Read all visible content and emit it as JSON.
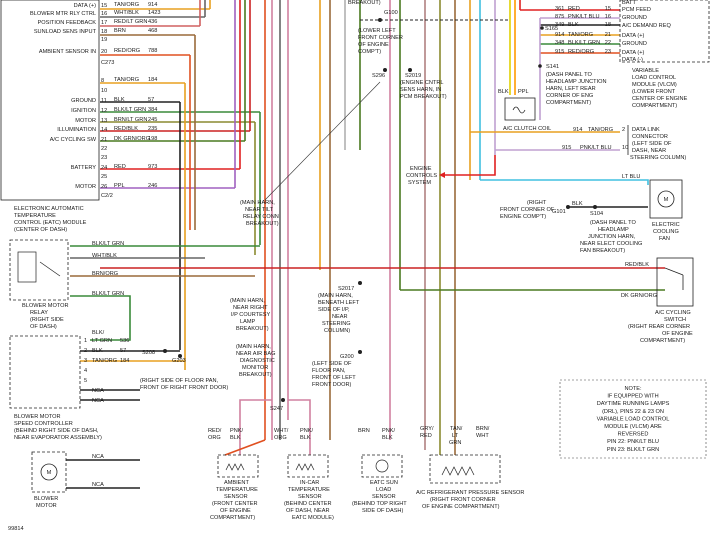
{
  "eatc": {
    "pins": [
      {
        "n": "15",
        "label": "DATA (+)",
        "wire": "TAN/ORG",
        "circuit": "914"
      },
      {
        "n": "16",
        "label": "BLOWER MTR RLY CTRL",
        "wire": "WHT/BLK",
        "circuit": "1423"
      },
      {
        "n": "17",
        "label": "POSITION FEEDBACK",
        "wire": "RED/LT GRN",
        "circuit": "436"
      },
      {
        "n": "18",
        "label": "SUNLOAD SENS INPUT",
        "wire": "BRN",
        "circuit": "468"
      },
      {
        "n": "19",
        "label": "",
        "wire": "",
        "circuit": ""
      },
      {
        "n": "20",
        "label": "AMBIENT SENSOR IN",
        "wire": "RED/ORG",
        "circuit": "788"
      },
      {
        "n": "C273",
        "label": "",
        "wire": "",
        "circuit": ""
      },
      {
        "n": "8",
        "label": "",
        "wire": "TAN/ORG",
        "circuit": "184"
      },
      {
        "n": "10",
        "label": "",
        "wire": "",
        "circuit": ""
      },
      {
        "n": "11",
        "label": "GROUND",
        "wire": "BLK",
        "circuit": "57"
      },
      {
        "n": "12",
        "label": "IGNITION",
        "wire": "BLK/LT GRN",
        "circuit": "384"
      },
      {
        "n": "13",
        "label": "MOTOR",
        "wire": "BRN/LT GRN",
        "circuit": "245"
      },
      {
        "n": "14",
        "label": "ILLUMINATION",
        "wire": "RED/BLK",
        "circuit": "235"
      },
      {
        "n": "21",
        "label": "A/C CYCLING SW",
        "wire": "DK GRN/ORG",
        "circuit": "198"
      },
      {
        "n": "22",
        "label": "",
        "wire": "",
        "circuit": ""
      },
      {
        "n": "23",
        "label": "",
        "wire": "",
        "circuit": ""
      },
      {
        "n": "24",
        "label": "BATTERY",
        "wire": "RED",
        "circuit": "973"
      },
      {
        "n": "25",
        "label": "",
        "wire": "",
        "circuit": ""
      },
      {
        "n": "26",
        "label": "MOTOR",
        "wire": "PPL",
        "circuit": "246"
      },
      {
        "n": "C2/2",
        "label": "",
        "wire": "",
        "circuit": ""
      }
    ],
    "caption": [
      "ELECTRONIC AUTOMATIC",
      "TEMPERATURE",
      "CONTROL (EATC) MODULE",
      "(CENTER OF DASH)"
    ]
  },
  "vlcm": {
    "pins": [
      {
        "n": "",
        "label": "BATT",
        "wire": "",
        "circuit": ""
      },
      {
        "n": "15",
        "label": "PCM FEED",
        "wire": "RED",
        "circuit": "361"
      },
      {
        "n": "16",
        "label": "GROUND",
        "wire": "PNK/LT BLU",
        "circuit": "875"
      },
      {
        "n": "18",
        "label": "A/C DEMAND REQ",
        "wire": "BLK",
        "circuit": "349"
      },
      {
        "n": "21",
        "label": "DATA (+)",
        "wire": "TAN/ORG",
        "circuit": "914"
      },
      {
        "n": "22",
        "label": "GROUND",
        "wire": "BLK/LT GRN",
        "circuit": "348"
      },
      {
        "n": "23",
        "label": "DATA (+)",
        "wire": "RED/ORG",
        "circuit": "915"
      },
      {
        "n": "",
        "label": "DATA (-)",
        "wire": "",
        "circuit": ""
      }
    ],
    "caption": [
      "VARIABLE",
      "LOAD CONTROL",
      "MODULE (VLCM)",
      "(LOWER FRONT",
      "CENTER OF ENGINE",
      "COMPARTMENT)"
    ]
  },
  "splices": {
    "g100": "G100",
    "g100_text": [
      "(LOWER LEFT",
      "FRONT CORNER",
      "OF ENGINE",
      "COMP'T)"
    ],
    "s165": "S165",
    "s141": "S141",
    "s141_text": [
      "(DASH PANEL TO",
      "HEADLAMP JUNCTION",
      "HARN, LEFT REAR",
      "CORNER OF ENG",
      "COMPARTMENT)"
    ],
    "s296": "S296",
    "s2019": "S2019",
    "s2019_text": [
      "(ENGINE CNTRL",
      "SENS HARN, IN",
      "PCM BREAKOUT)"
    ],
    "s247": "S247",
    "s2017": "S2017",
    "s2017_text": [
      "(MAIN HARN,",
      "BENEATH LEFT",
      "SIDE OF I/P,",
      "NEAR",
      "STEERING",
      "COLUMN)"
    ],
    "g200": "G200",
    "g200_text": [
      "(LEFT SIDE OF",
      "FLOOR PAN,",
      "FRONT OF LEFT",
      "FRONT DOOR)"
    ],
    "s208": "S208",
    "g203": "G203",
    "g203_text": [
      "(RIGHT SIDE OF FLOOR PAN,",
      "FRONT OF RIGHT FRONT DOOR)"
    ],
    "g101": "G101",
    "g101_text": [
      "(RIGHT",
      "FRONT CORNER OF",
      "ENGINE COMP'T)"
    ],
    "s104": "S104",
    "s104_text": [
      "(DASH PANEL TO",
      "HEADLAMP",
      "JUNCTION HARN,",
      "NEAR ELECT COOLING",
      "FAN BREAKOUT)"
    ],
    "breakout_top": "BREAKOUT)"
  },
  "callouts": {
    "main_tilt": [
      "(MAIN HARN,",
      "NEAR TILT",
      "RELAY CONN",
      "BREAKOUT)"
    ],
    "main_courtesy": [
      "(MAIN HARN,",
      "NEAR RIGHT",
      "I/P COURTESY",
      "LAMP",
      "BREAKOUT)"
    ],
    "main_airbag": [
      "(MAIN HARN,",
      "NEAR AIR BAG",
      "DIAGNOSTIC",
      "MONITOR",
      "BREAKOUT)"
    ],
    "engine_controls": [
      "ENGINE",
      "CONTROLS",
      "SYSTEM"
    ]
  },
  "clutch": {
    "wires": [
      "BLK",
      "PPL"
    ],
    "label": "A/C CLUTCH COIL"
  },
  "dlc": {
    "row1": {
      "circuit": "914",
      "wire": "TAN/ORG",
      "pin": "2"
    },
    "row2": {
      "circuit": "915",
      "wire": "PNK/LT BLU",
      "pin": "10"
    },
    "caption": [
      "DATA LINK",
      "CONNECTOR",
      "(LEFT SIDE OF",
      "DASH, NEAR",
      "STEERING COLUMN)"
    ]
  },
  "fan": {
    "wire_top": "LT BLU",
    "wire_mid": "BLK",
    "caption": [
      "ELECTRIC",
      "COOLING",
      "FAN"
    ]
  },
  "cycling": {
    "wire_top": "RED/BLK",
    "wire_bot": "DK GRN/ORG",
    "caption": [
      "A/C CYCLING",
      "SWITCH",
      "(RIGHT REAR CORNER",
      "OF ENGINE",
      "COMPARTMENT)"
    ]
  },
  "relay": {
    "wires": [
      "BLK/LT GRN",
      "WHT/BLK",
      "BRN/ORG",
      "BLK/LT GRN"
    ],
    "caption": [
      "BLOWER MOTOR",
      "RELAY",
      "(RIGHT SIDE",
      "OF DASH)"
    ]
  },
  "speed": {
    "pins": [
      {
        "n": "",
        "wire": "BLK/",
        "circuit": ""
      },
      {
        "n": "1",
        "wire": "LT GRN",
        "circuit": "536"
      },
      {
        "n": "2",
        "wire": "BLK",
        "circuit": "57"
      },
      {
        "n": "3",
        "wire": "TAN/ORG",
        "circuit": "184"
      },
      {
        "n": "4",
        "wire": "",
        "circuit": ""
      },
      {
        "n": "5",
        "wire": "",
        "circuit": ""
      }
    ],
    "nca": [
      "NCA",
      "NCA"
    ],
    "caption": [
      "BLOWER MOTOR",
      "SPEED CONTROLLER",
      "(BEHIND RIGHT SIDE OF DASH,",
      "NEAR EVAPORATOR ASSEMBLY)"
    ]
  },
  "motor": {
    "nca": [
      "NCA",
      "NCA"
    ],
    "caption": [
      "BLOWER",
      "MOTOR"
    ]
  },
  "sensors": [
    {
      "wires": [
        "RED/",
        "ORG"
      ],
      "wires2": [
        "PNK/",
        "BLK"
      ],
      "caption": [
        "AMBIENT",
        "TEMPERATURE",
        "SENSOR",
        "(FRONT CENTER",
        "OF ENGINE",
        "COMPARTMENT)"
      ]
    },
    {
      "wires": [
        "WHT/",
        "ORG"
      ],
      "wires2": [
        "PNK/",
        "BLK"
      ],
      "caption": [
        "IN-CAR",
        "TEMPERATURE",
        "SENSOR",
        "(BEHIND CENTER",
        "OF DASH, NEAR",
        "EATC MODULE)"
      ]
    },
    {
      "wires": [
        "BRN"
      ],
      "wires2": [
        "PNK/",
        "BLK"
      ],
      "caption": [
        "EATC SUN",
        "LOAD",
        "SENSOR",
        "(BEHIND TOP RIGHT",
        "SIDE OF DASH)"
      ]
    },
    {
      "wires": [
        "GRY/",
        "RED"
      ],
      "wires2": [
        "TAN/",
        "LT",
        "GRN"
      ],
      "wires3": [
        "BRN/",
        "WHT"
      ],
      "caption": [
        "A/C REFRIGERANT PRESSURE SENSOR",
        "(RIGHT FRONT CORNER",
        "OF ENGINE COMPARTMENT)"
      ]
    }
  ],
  "note": [
    "NOTE:",
    "IF EQUIPPED WITH",
    "DAYTIME RUNNING LAMPS",
    "(DRL), PINS 22 & 23 ON",
    "VARIABLE LOAD CONTROL",
    "MODULE (VLCM) ARE",
    "REVERSED",
    "PIN 22: PNK/LT BLU",
    "PIN 23: BLK/LT GRN"
  ],
  "figure_id": "99814",
  "colors": {
    "tan_org": "#e8a020",
    "white_blk": "#555555",
    "red_ltgrn": "#d06060",
    "brn": "#9a6a3a",
    "red_org": "#e05020",
    "blk": "#222222",
    "blk_ltgrn": "#3a8a3a",
    "brn_ltgrn": "#8a8a30",
    "red_blk": "#cc2222",
    "dkgrn_org": "#4a7a20",
    "red": "#e02020",
    "ppl": "#a060c0",
    "pnk_blk": "#d080a0",
    "lt_blu": "#40c0e0",
    "pnk_ltblu": "#c0a0d0",
    "yellow": "#e0d000",
    "orange": "#ff9900",
    "gray_red": "#b08080"
  }
}
